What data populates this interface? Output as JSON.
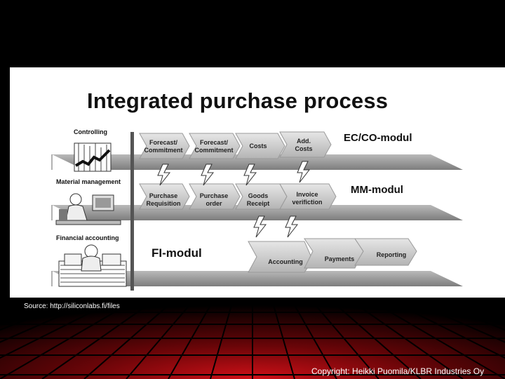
{
  "diagram": {
    "title": "Integrated purchase process",
    "bands": [
      {
        "label": "Controlling",
        "module": "EC/CO-modul",
        "steps": [
          "Forecast/\nCommitment",
          "Forecast/\nCommitment",
          "Costs",
          "Add.\nCosts"
        ]
      },
      {
        "label": "Material management",
        "module": "MM-modul",
        "steps": [
          "Purchase\nRequisition",
          "Purchase\norder",
          "Goods\nReceipt",
          "Invoice\nverifiction"
        ]
      },
      {
        "label": "Financial accounting",
        "module": "FI-modul",
        "steps": [
          "Accounting",
          "Payments",
          "Reporting"
        ]
      }
    ]
  },
  "source_note": "Source: http://siliconlabs.fi/files",
  "copyright": "Copyright: Heikki Puomila/KLBR Industries Oy",
  "colors": {
    "background": "#000000",
    "floor_red": "#c8101a",
    "band_gray": "#9a9a9a",
    "step_gray": "#cfcfcf"
  },
  "icons": [
    "lightning-icon",
    "chart-icon",
    "office-worker-icon",
    "paperwork-icon"
  ]
}
